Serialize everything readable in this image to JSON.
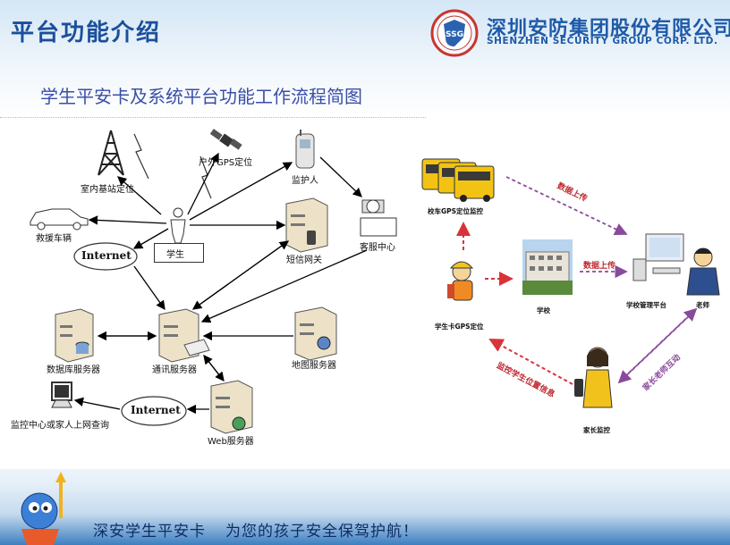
{
  "header": {
    "title": "平台功能介绍",
    "company_cn": "深圳安防集团股份有限公司",
    "company_en": "SHENZHEN SECURITY GROUP CORP. LTD.",
    "logo_text": "SSG"
  },
  "diagram_title": "学生平安卡及系统平台功能工作流程简图",
  "left_diagram": {
    "indoor_station": "室内基站定位",
    "outdoor_gps": "户外GPS定位",
    "guardian": "监护人",
    "rescue_vehicle": "救援车辆",
    "internet_1": "Internet",
    "student": "学生",
    "sms_gateway": "短信网关",
    "customer_service": "客服中心",
    "db_server": "数据库服务器",
    "comm_server": "通讯服务器",
    "map_server": "地图服务器",
    "internet_2": "Internet",
    "monitor_center": "监控中心或家人上网查询",
    "web_server": "Web服务器"
  },
  "right_diagram": {
    "bus_gps": "校车GPS定位监控",
    "data_upload_1": "数据上传",
    "data_upload_2": "数据上传",
    "student_card": "学生卡GPS定位",
    "school": "学校",
    "school_platform": "学校管理平台",
    "teacher": "老师",
    "monitor_info": "监控学生位置信息",
    "parent_teacher": "家长老师互动",
    "parent_monitor": "家长监控"
  },
  "footer": {
    "slogan_1": "深安学生平安卡",
    "slogan_2": "为您的孩子安全保驾护航！"
  },
  "colors": {
    "title_blue": "#1b4f9c",
    "company_blue": "#1e5aa8",
    "red_arrow": "#d9333a",
    "purple_arrow": "#8a4a9c"
  }
}
